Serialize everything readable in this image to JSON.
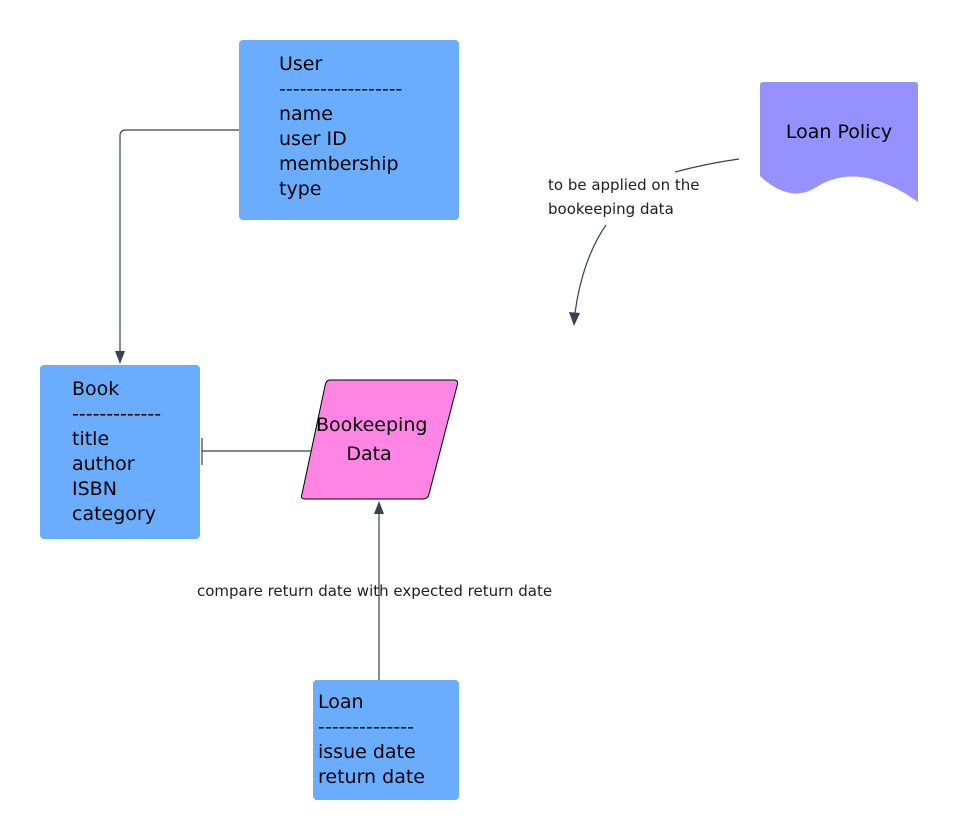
{
  "colors": {
    "entity_fill": "#6aadff",
    "bookkeeping_fill": "#ff85e4",
    "policy_fill": "#9591ff",
    "connector": "#3b4150"
  },
  "user": {
    "title": "User",
    "separator": "------------------",
    "attributes": [
      "name",
      "user ID",
      "membership",
      "type"
    ]
  },
  "book": {
    "title": "Book",
    "separator": "-------------",
    "attributes": [
      "title",
      "author",
      "ISBN",
      "category"
    ]
  },
  "loan": {
    "title": "Loan",
    "separator": "--------------",
    "attributes": [
      "issue date",
      "return date"
    ]
  },
  "bookkeeping": {
    "line1": "Bookeeping",
    "line2": "Data"
  },
  "policy": {
    "title": "Loan Policy"
  },
  "edges": {
    "policy_note_line1": "to be applied on the",
    "policy_note_line2": "bookeeping data",
    "compare_note": "compare return date with expected return date"
  }
}
